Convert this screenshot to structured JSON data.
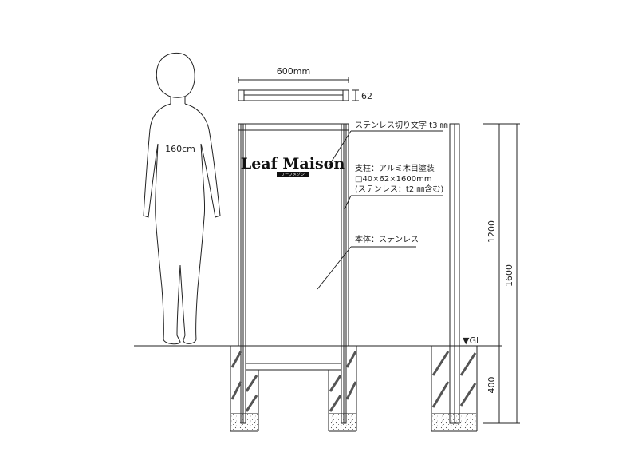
{
  "labels": {
    "panel_width": "600mm",
    "panel_depth": "62",
    "person_height": "160cm",
    "letters_note": "ステンレス切り文字 t3 ㎜",
    "post_title": "支柱：アルミ木目塗装",
    "post_size": "□40×62×1600mm",
    "post_note": "(ステンレス：t2 ㎜含む)",
    "body_note": "本体：ステンレス",
    "dim_1200": "1200",
    "dim_1600": "1600",
    "dim_400": "400",
    "ground_level": "▼GL"
  },
  "sign": {
    "name": "Leaf Maison",
    "sub": "リーフメゾン"
  }
}
